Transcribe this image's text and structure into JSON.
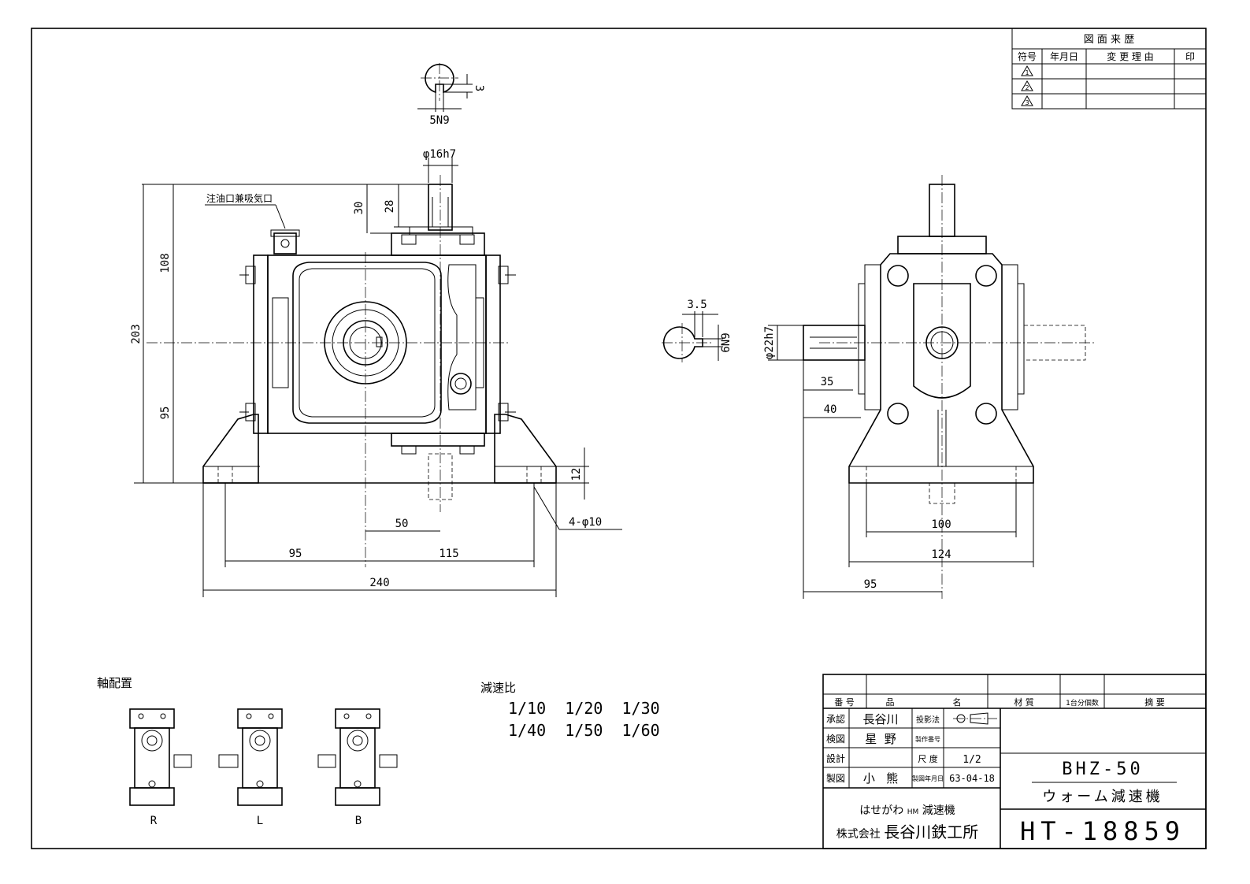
{
  "revision_table": {
    "title": "図 面 来 歴",
    "headers": [
      "符号",
      "年月日",
      "変 更 理 由",
      "印"
    ],
    "symbols": [
      "1",
      "2",
      "3"
    ]
  },
  "top_detail": {
    "key_depth": "3",
    "key_width": "5N9"
  },
  "front_view": {
    "shaft_dia": "φ16h7",
    "oil_label": "注油口兼吸気口",
    "dims": {
      "total_height": "203",
      "upper_height": "108",
      "lower_height": "95",
      "shaft_len1": "30",
      "shaft_len2": "28",
      "base_thk": "12",
      "offset50": "50",
      "bolt_holes": "4-φ10",
      "left95": "95",
      "right115": "115",
      "total_width": "240"
    }
  },
  "side_detail": {
    "key_depth": "3.5",
    "key_width": "6N9"
  },
  "side_view": {
    "shaft_dia": "φ22h7",
    "dims": {
      "len35": "35",
      "len40": "40",
      "hole_pitch": "100",
      "base_width": "124",
      "center95": "95"
    }
  },
  "shaft_arrangement": {
    "title": "軸配置",
    "labels": [
      "R",
      "L",
      "B"
    ]
  },
  "reduction": {
    "title": "減速比",
    "row1": "1/10  1/20  1/30",
    "row2": "1/40  1/50  1/60"
  },
  "title_block": {
    "header": {
      "no": "番 号",
      "name1": "品",
      "name2": "名",
      "material": "材  質",
      "qty": "1台分個数",
      "remarks": "摘    要"
    },
    "approve": {
      "label": "承認",
      "name": "長谷川"
    },
    "check": {
      "label": "検図",
      "name": "星  野"
    },
    "design": {
      "label": "設計",
      "name": ""
    },
    "draw": {
      "label": "製図",
      "name": "小   熊"
    },
    "projection_label": "投影法",
    "work_no_label": "製作番号",
    "scale_label": "尺 度",
    "scale_value": "1/2",
    "date_label": "製図年月日",
    "date_value": "63-04-18",
    "model": "BHZ-50",
    "product": "ウォーム減速機",
    "maker1": "はせがわ",
    "maker_mark": "HM",
    "maker2": "減速機",
    "company1": "株式会社",
    "company2": "長谷川鉄工所",
    "drawing_no": "HT-18859"
  }
}
